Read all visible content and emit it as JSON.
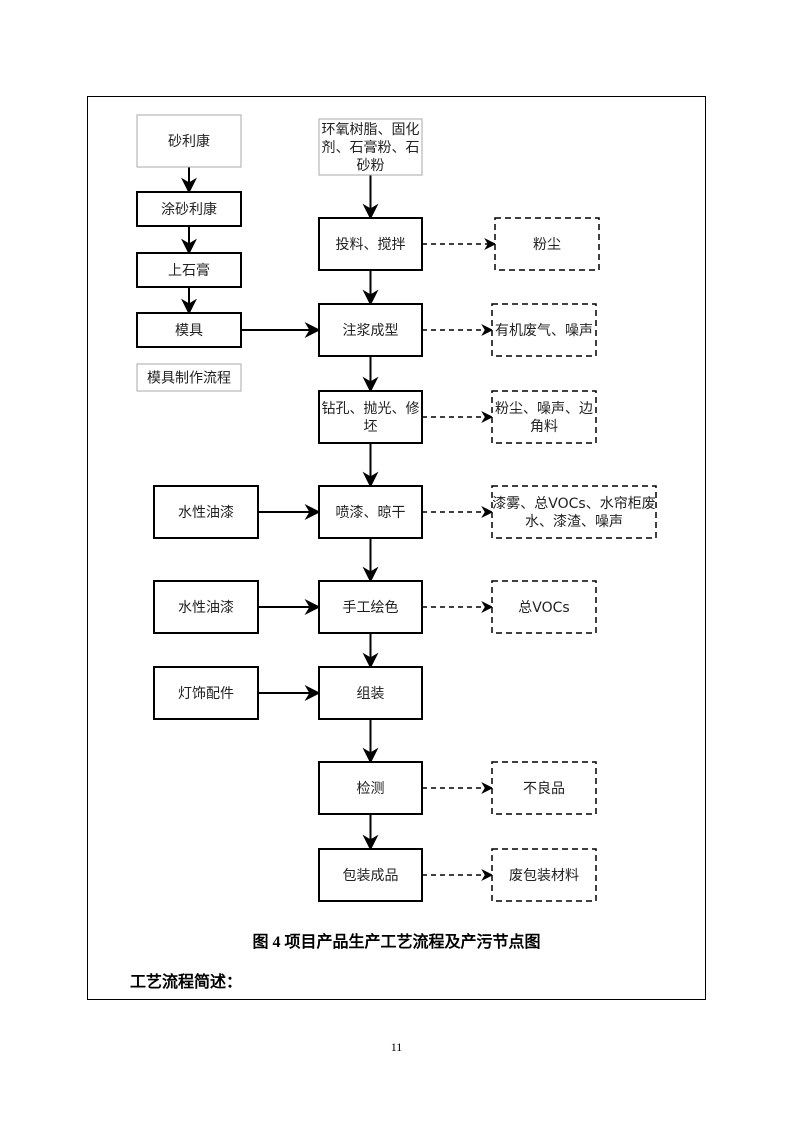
{
  "diagram": {
    "nodes": [
      {
        "id": "shalikang",
        "label": [
          "砂利康"
        ],
        "style": "gray"
      },
      {
        "id": "tu_shalikang",
        "label": [
          "涂砂利康"
        ],
        "style": "solid"
      },
      {
        "id": "shang_shigao",
        "label": [
          "上石膏"
        ],
        "style": "solid"
      },
      {
        "id": "moju",
        "label": [
          "模具"
        ],
        "style": "solid"
      },
      {
        "id": "moju_label",
        "label": [
          "模具制作流程"
        ],
        "style": "gray"
      },
      {
        "id": "raw",
        "label": [
          "环氧树脂、固化",
          "剂、石膏粉、石",
          "砂粉"
        ],
        "style": "gray"
      },
      {
        "id": "touliao",
        "label": [
          "投料、搅拌"
        ],
        "style": "solid"
      },
      {
        "id": "zhujiang",
        "label": [
          "注浆成型"
        ],
        "style": "solid"
      },
      {
        "id": "zuankong",
        "label": [
          "钻孔、抛光、修",
          "坯"
        ],
        "style": "solid"
      },
      {
        "id": "penqi",
        "label": [
          "喷漆、晾干"
        ],
        "style": "solid"
      },
      {
        "id": "shougong",
        "label": [
          "手工绘色"
        ],
        "style": "solid"
      },
      {
        "id": "zuzhuang",
        "label": [
          "组装"
        ],
        "style": "solid"
      },
      {
        "id": "jiance",
        "label": [
          "检测"
        ],
        "style": "solid"
      },
      {
        "id": "baozhuang",
        "label": [
          "包装成品"
        ],
        "style": "solid"
      },
      {
        "id": "shuixing1",
        "label": [
          "水性油漆"
        ],
        "style": "solid"
      },
      {
        "id": "shuixing2",
        "label": [
          "水性油漆"
        ],
        "style": "solid"
      },
      {
        "id": "dengshi",
        "label": [
          "灯饰配件"
        ],
        "style": "solid"
      },
      {
        "id": "p_fenchen",
        "label": [
          "粉尘"
        ],
        "style": "dashed"
      },
      {
        "id": "p_youji",
        "label": [
          "有机废气、噪声"
        ],
        "style": "dashed"
      },
      {
        "id": "p_fenchen2",
        "label": [
          "粉尘、噪声、边",
          "角料"
        ],
        "style": "dashed"
      },
      {
        "id": "p_qiwu",
        "label": [
          "漆雾、总VOCs、水帘柜废",
          "水、漆渣、噪声"
        ],
        "style": "dashed"
      },
      {
        "id": "p_vocs",
        "label": [
          "总VOCs"
        ],
        "style": "dashed"
      },
      {
        "id": "p_buliang",
        "label": [
          "不良品"
        ],
        "style": "dashed"
      },
      {
        "id": "p_feibao",
        "label": [
          "废包装材料"
        ],
        "style": "dashed"
      }
    ],
    "edges": [
      {
        "from": "shalikang",
        "to": "tu_shalikang",
        "style": "solid"
      },
      {
        "from": "tu_shalikang",
        "to": "shang_shigao",
        "style": "solid"
      },
      {
        "from": "shang_shigao",
        "to": "moju",
        "style": "solid"
      },
      {
        "from": "moju",
        "to": "zhujiang",
        "style": "solid"
      },
      {
        "from": "raw",
        "to": "touliao",
        "style": "solid"
      },
      {
        "from": "touliao",
        "to": "zhujiang",
        "style": "solid"
      },
      {
        "from": "zhujiang",
        "to": "zuankong",
        "style": "solid"
      },
      {
        "from": "zuankong",
        "to": "penqi",
        "style": "solid"
      },
      {
        "from": "penqi",
        "to": "shougong",
        "style": "solid"
      },
      {
        "from": "shougong",
        "to": "zuzhuang",
        "style": "solid"
      },
      {
        "from": "zuzhuang",
        "to": "jiance",
        "style": "solid"
      },
      {
        "from": "jiance",
        "to": "baozhuang",
        "style": "solid"
      },
      {
        "from": "shuixing1",
        "to": "penqi",
        "style": "solid"
      },
      {
        "from": "shuixing2",
        "to": "shougong",
        "style": "solid"
      },
      {
        "from": "dengshi",
        "to": "zuzhuang",
        "style": "solid"
      },
      {
        "from": "touliao",
        "to": "p_fenchen",
        "style": "dashed"
      },
      {
        "from": "zhujiang",
        "to": "p_youji",
        "style": "dashed"
      },
      {
        "from": "zuankong",
        "to": "p_fenchen2",
        "style": "dashed"
      },
      {
        "from": "penqi",
        "to": "p_qiwu",
        "style": "dashed"
      },
      {
        "from": "shougong",
        "to": "p_vocs",
        "style": "dashed"
      },
      {
        "from": "jiance",
        "to": "p_buliang",
        "style": "dashed"
      },
      {
        "from": "baozhuang",
        "to": "p_feibao",
        "style": "dashed"
      }
    ]
  },
  "caption": "图 4  项目产品生产工艺流程及产污节点图",
  "subheading": "工艺流程简述：",
  "page_number": "11"
}
